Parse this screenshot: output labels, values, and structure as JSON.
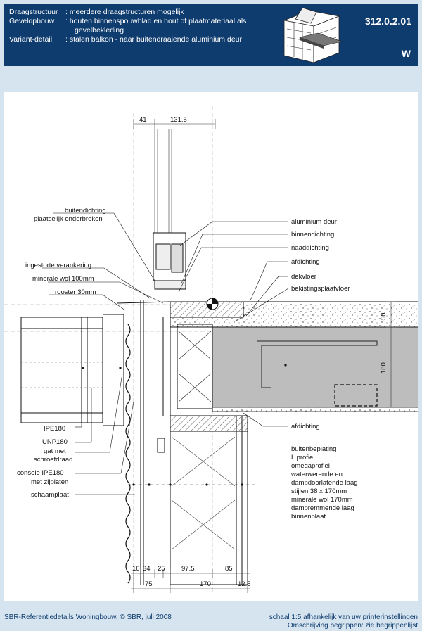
{
  "header": {
    "rows": [
      {
        "label": "Draagstructuur",
        "value": ": meerdere draagstructuren mogelijk"
      },
      {
        "label": "Gevelopbouw",
        "value": ": houten binnenspouwblad en hout of plaatmateriaal als"
      },
      {
        "label": "",
        "value": "gevelbekleding"
      },
      {
        "label": "Variant-detail",
        "value": ": stalen balkon - naar buitendraaiende aluminium deur"
      }
    ],
    "detail_code": "312.0.2.01",
    "variant_letter": "W"
  },
  "drawing": {
    "dims_top": [
      "41",
      "131.5"
    ],
    "dims_right": [
      "50",
      "180"
    ],
    "dims_bottom_row1": [
      "16",
      "34",
      "25",
      "97.5",
      "85"
    ],
    "dims_bottom_row2": [
      "75",
      "170",
      "12.5"
    ],
    "labels_left": [
      "buitendichting",
      "plaatselijk onderbreken",
      "ingestorte verankering",
      "minerale wol 100mm",
      "rooster 30mm",
      "IPE180",
      "UNP180",
      "gat met",
      "schroefdraad",
      "console IPE180",
      "met zijplaten",
      "schaamplaat"
    ],
    "labels_right": [
      "aluminium deur",
      "binnendichting",
      "naaddichting",
      "afdichting",
      "dekvloer",
      "bekistingsplaatvloer",
      "afdichting"
    ],
    "wall_legend": [
      "buitenbeplating",
      "L profiel",
      "omegaprofiel",
      "waterwerende en",
      "dampdoorlatende laag",
      "stijlen 38 x 170mm",
      "minerale wol 170mm",
      "dampremmende laag",
      "binnenplaat"
    ]
  },
  "footer": {
    "left": "SBR-Referentiedetails Woningbouw, © SBR, juli 2008",
    "right_line1": "schaal 1:5 afhankelijk van uw printerinstellingen",
    "right_line2": "Omschrijving begrippen: zie begrippenlijst"
  }
}
